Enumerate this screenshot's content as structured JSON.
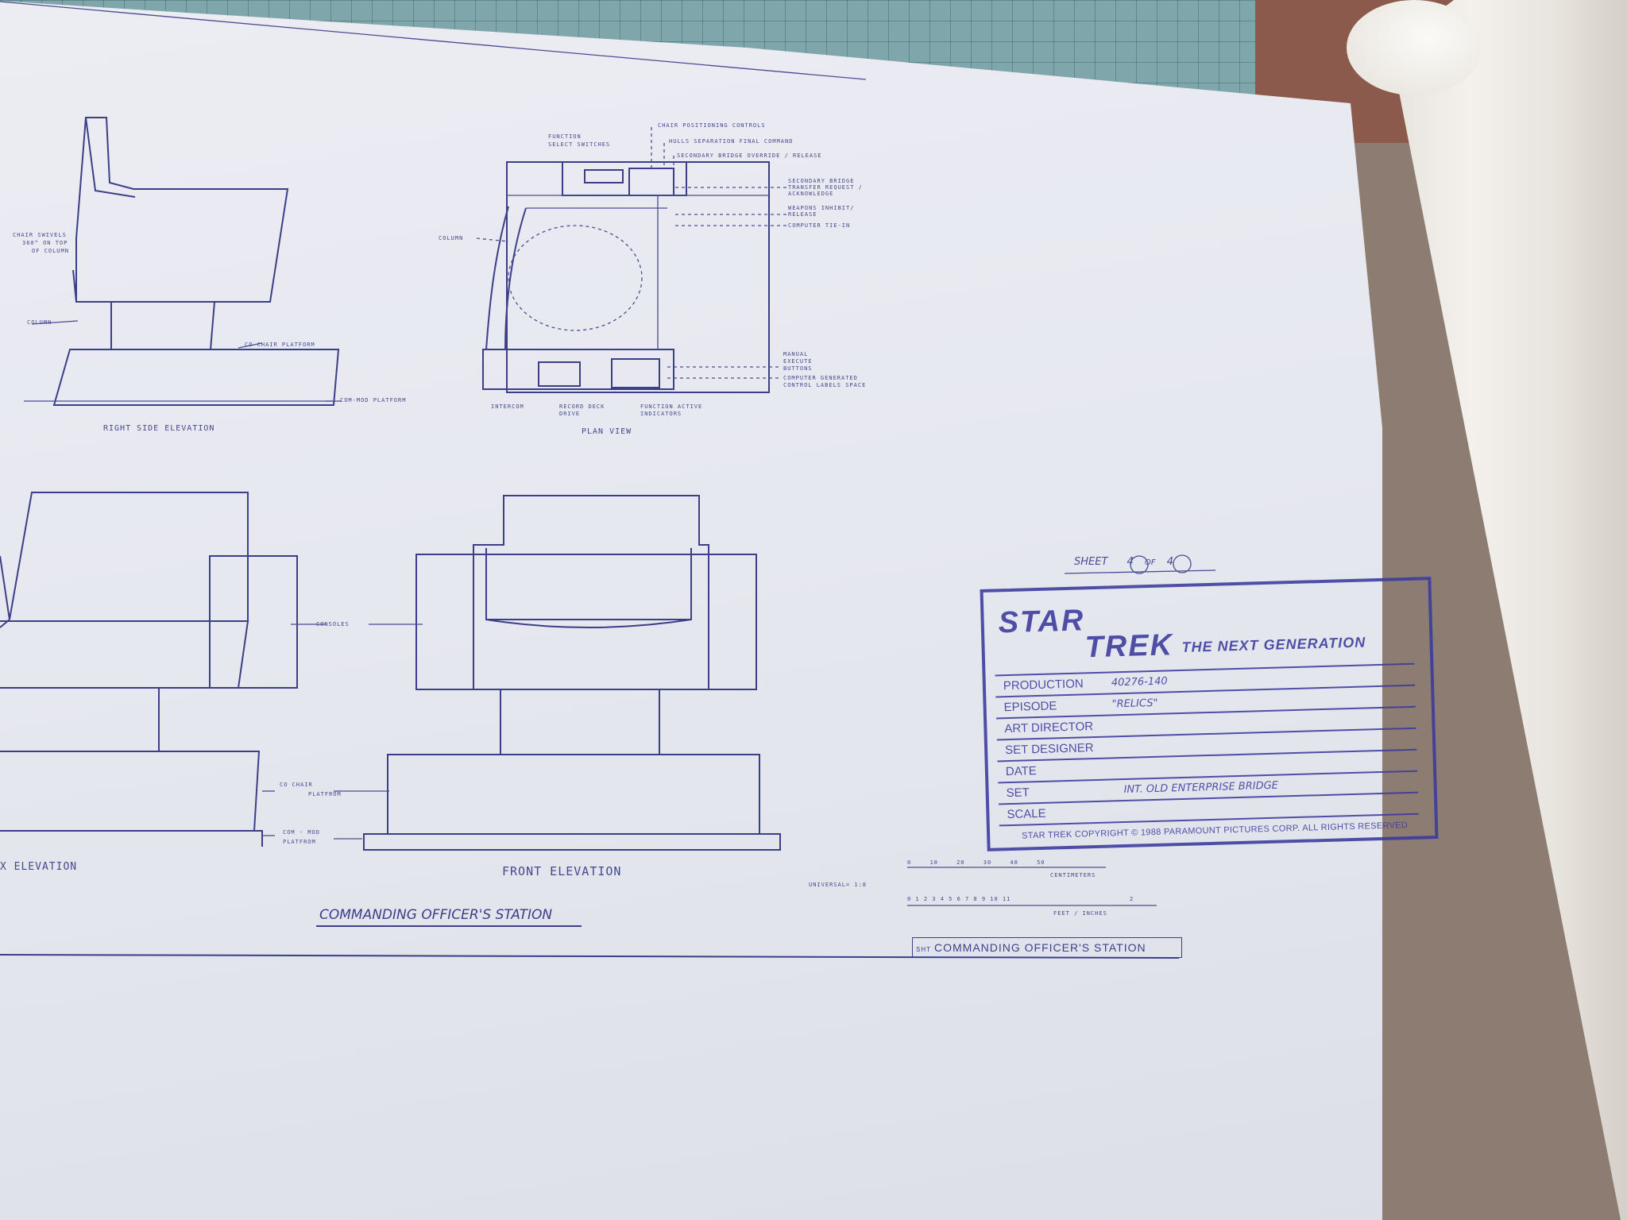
{
  "colors": {
    "ink": "#3c3e88",
    "paper": "#e8e9f0",
    "stamp": "#3b3a9e"
  },
  "plan_callouts": {
    "chair_positioning": "CHAIR POSITIONING CONTROLS",
    "function_select": "FUNCTION",
    "function_select_2": "SELECT SWITCHES",
    "hulls_separation": "HULLS SEPARATION FINAL COMMAND",
    "secondary_override": "SECONDARY BRIDGE OVERRIDE / RELEASE",
    "secondary_transfer_1": "SECONDARY BRIDGE",
    "secondary_transfer_2": "TRANSFER REQUEST /",
    "secondary_transfer_3": "ACKNOWLEDGE",
    "weapons_1": "WEAPONS INHIBIT/",
    "weapons_2": "RELEASE",
    "computer_tie_in": "COMPUTER TIE-IN",
    "column": "COLUMN",
    "manual_1": "MANUAL",
    "manual_2": "EXECUTE",
    "manual_3": "BUTTONS",
    "computer_gen_1": "COMPUTER GENERATED",
    "computer_gen_2": "CONTROL LABELS SPACE",
    "intercom": "INTERCOM",
    "record_deck_1": "RECORD DECK",
    "record_deck_2": "DRIVE",
    "function_active_1": "FUNCTION ACTIVE",
    "function_active_2": "INDICATORS",
    "view_title": "PLAN VIEW"
  },
  "side_callouts": {
    "chair_swivels_1": "CHAIR SWIVELS",
    "chair_swivels_2": "360° ON TOP",
    "chair_swivels_3": "OF COLUMN",
    "column": "COLUMN",
    "co_chair_platform": "CO CHAIR PLATFORM",
    "com_mod_platform": "COM-MOD PLATFORM",
    "view_title": "RIGHT SIDE ELEVATION"
  },
  "front_callouts": {
    "consoles": "CONSOLES",
    "co_chair": "CO  CHAIR",
    "platfrom": "PLATFROM",
    "com_mod": "COM - MOD",
    "platfrom2": "PLATFROM",
    "back_title": "X  ELEVATION",
    "front_title": "FRONT ELEVATION"
  },
  "drawing_title": "COMMANDING OFFICER'S STATION",
  "scale": {
    "cm_ticks": [
      "0",
      "10",
      "20",
      "30",
      "40",
      "50"
    ],
    "cm_label": "CENTIMETERS",
    "universal": "UNIVERSAL= 1:8",
    "ft_ticks": "0 1 2 3 4 5 6 7 8 9 10 11",
    "ft_end": "2",
    "ft_label": "FEET / INCHES"
  },
  "sheet": {
    "label": "SHEET",
    "num": "4",
    "of": "OF",
    "total": "4"
  },
  "stamp": {
    "logo_1": "STAR",
    "logo_2": "TREK",
    "subtitle": "THE NEXT GENERATION",
    "rows": [
      {
        "label": "PRODUCTION",
        "value": "40276-140"
      },
      {
        "label": "EPISODE",
        "value": "\"RELICS\""
      },
      {
        "label": "ART DIRECTOR",
        "value": ""
      },
      {
        "label": "SET DESIGNER",
        "value": ""
      },
      {
        "label": "DATE",
        "value": ""
      },
      {
        "label": "SET",
        "value": "INT. OLD ENTERPRISE BRIDGE"
      },
      {
        "label": "SCALE",
        "value": ""
      }
    ],
    "copyright": "STAR TREK  COPYRIGHT © 1988 PARAMOUNT PICTURES CORP.  ALL RIGHTS RESERVED"
  },
  "sht_box": {
    "prefix": "SHT",
    "text": "COMMANDING  OFFICER'S  STATION"
  }
}
